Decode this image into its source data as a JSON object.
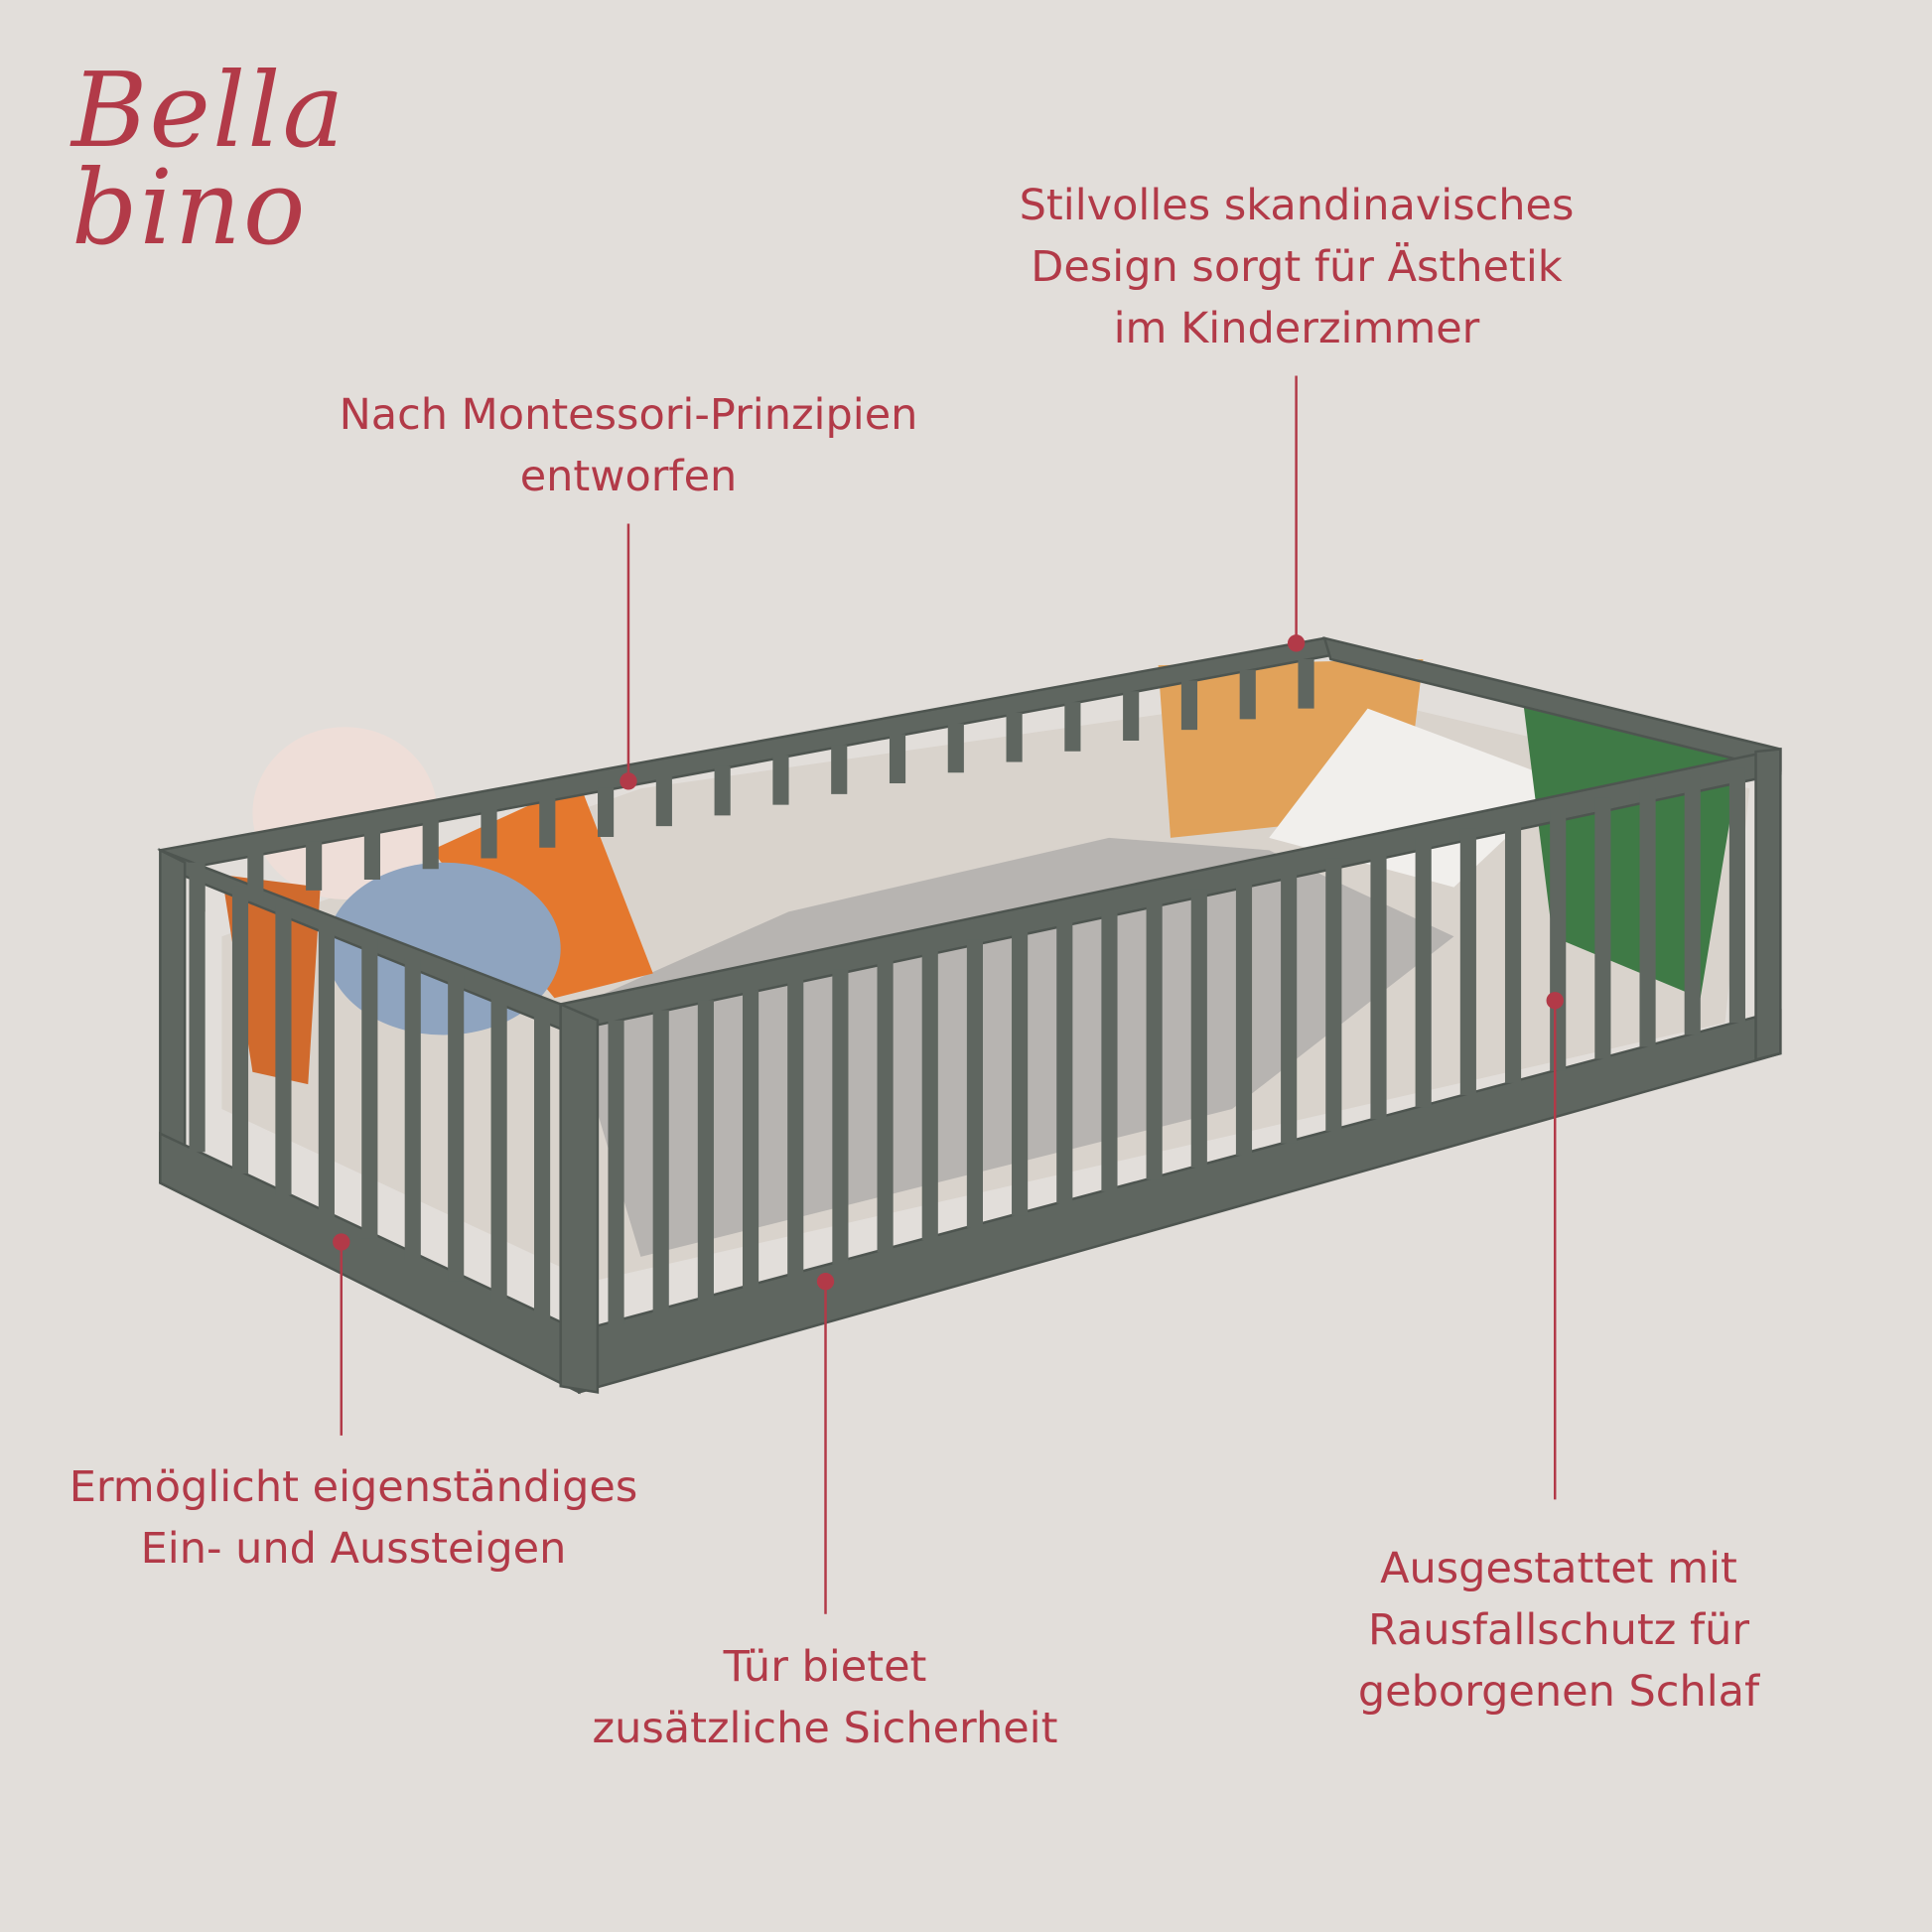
{
  "brand": {
    "name": "Bella bino"
  },
  "colors": {
    "accent": "#b23a48",
    "background": "#e2deda",
    "frame": "#5f6660"
  },
  "callouts": {
    "design": [
      "Stilvolles skandinavisches",
      "Design sorgt für Ästhetik",
      "im Kinderzimmer"
    ],
    "montessori": [
      "Nach Montessori-Prinzipien",
      "entworfen"
    ],
    "independent": [
      "Ermöglicht eigenständiges",
      "Ein- und Aussteigen"
    ],
    "door": [
      "Tür bietet",
      "zusätzliche Sicherheit"
    ],
    "fall_protection": [
      "Ausgestattet mit",
      "Rausfallschutz für",
      "geborgenen Schlaf"
    ]
  }
}
